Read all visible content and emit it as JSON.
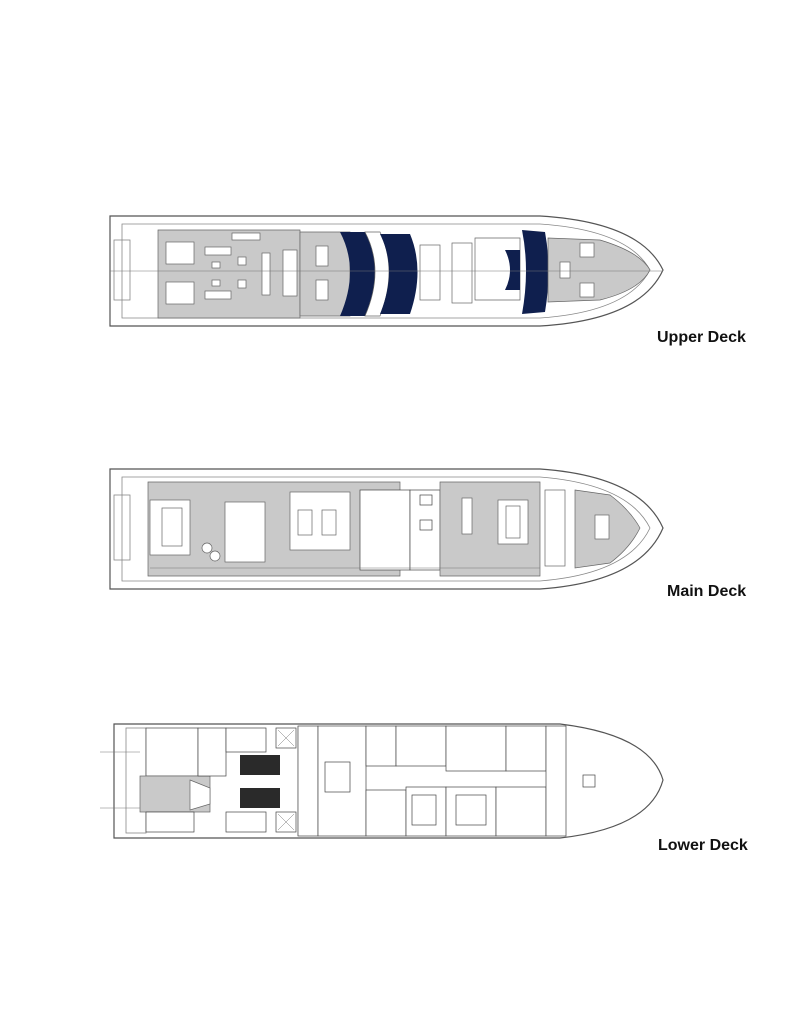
{
  "decks": [
    {
      "id": "upper",
      "label": "Upper Deck"
    },
    {
      "id": "main",
      "label": "Main Deck"
    },
    {
      "id": "lower",
      "label": "Lower Deck"
    }
  ],
  "colors": {
    "deck_grey": "#c9c9c9",
    "bimini_navy": "#0f1f4e",
    "outline": "#555555"
  }
}
